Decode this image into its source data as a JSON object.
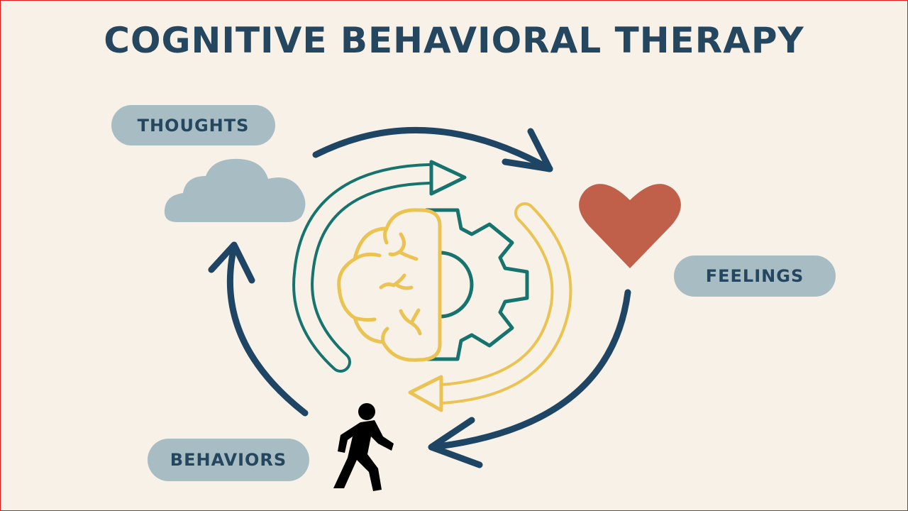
{
  "title": "COGNITIVE BEHAVIORAL THERAPY",
  "labels": {
    "thoughts": "THOUGHTS",
    "feelings": "FEELINGS",
    "behaviors": "BEHAVIORS"
  },
  "colors": {
    "background": "#f7f1e8",
    "navy": "#1f4564",
    "teal": "#17736e",
    "yellow": "#eac353",
    "heart": "#c0604a",
    "pill": "#a8bcc4"
  }
}
